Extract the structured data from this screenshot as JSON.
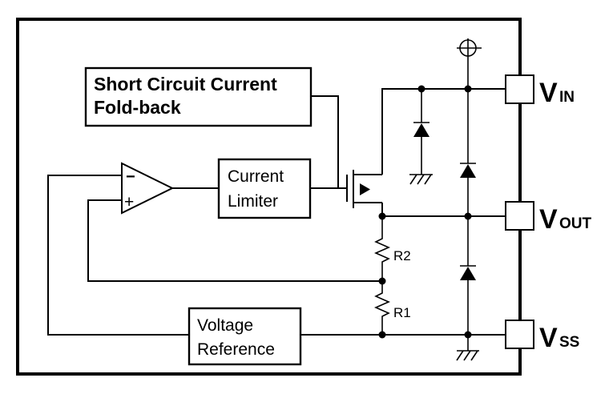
{
  "diagram_type": "ldo-regulator-block-diagram",
  "colors": {
    "stroke": "#000000",
    "background": "#ffffff"
  },
  "blocks": {
    "foldback": {
      "line1": "Short Circuit Current",
      "line2": "Fold-back"
    },
    "limiter": {
      "line1": "Current",
      "line2": "Limiter"
    },
    "reference": {
      "line1": "Voltage",
      "line2": "Reference"
    }
  },
  "opamp": {
    "minus": "−",
    "plus": "+"
  },
  "resistors": {
    "r2": "R2",
    "r1": "R1"
  },
  "pins": {
    "vin": {
      "main": "V",
      "sub": "IN"
    },
    "vout": {
      "main": "V",
      "sub": "OUT"
    },
    "vss": {
      "main": "V",
      "sub": "SS"
    }
  }
}
